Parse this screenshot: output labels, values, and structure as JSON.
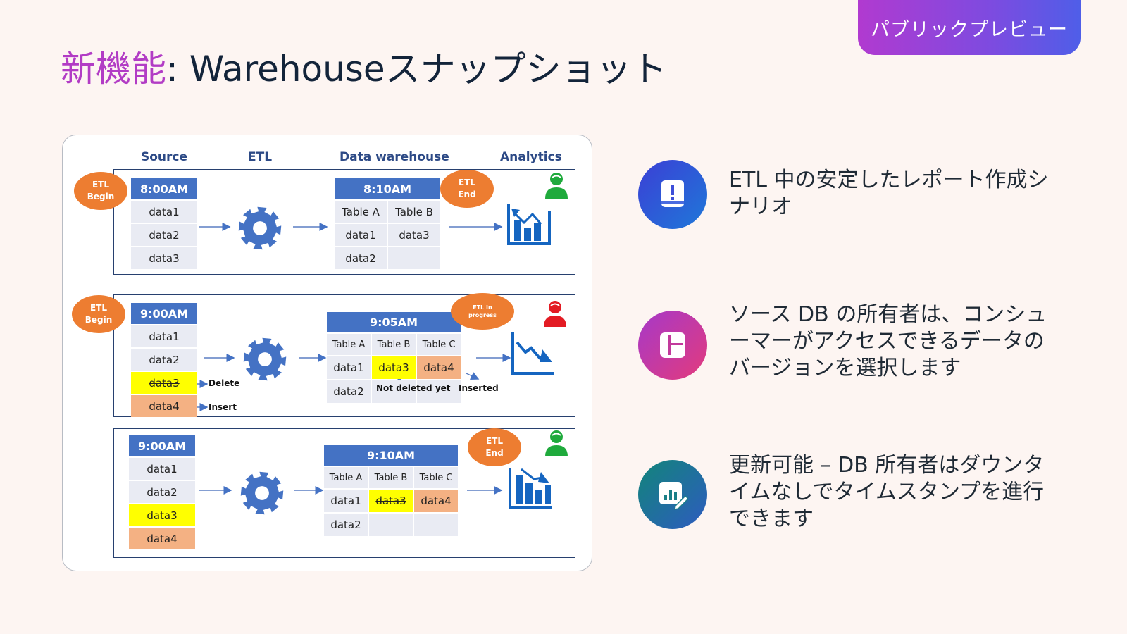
{
  "badge": "パブリックプレビュー",
  "title": {
    "highlight": "新機能",
    "rest": ": Warehouseスナップショット"
  },
  "colors": {
    "accent": "#b23cc5",
    "table_header": "#4472c4",
    "bubble": "#ed7d31",
    "highlight_yellow": "#ffff00",
    "highlight_orange": "#f4b183"
  },
  "diagram": {
    "columns": [
      "Source",
      "ETL",
      "Data warehouse",
      "Analytics"
    ],
    "row1": {
      "bubble_begin": [
        "ETL",
        "Begin"
      ],
      "bubble_end": [
        "ETL",
        "End"
      ],
      "source_time": "8:00AM",
      "source_rows": [
        "data1",
        "data2",
        "data3"
      ],
      "dw_time": "8:10AM",
      "dw_headers": [
        "Table A",
        "Table B"
      ],
      "dw_rows": [
        [
          "data1",
          "data3"
        ],
        [
          "data2",
          ""
        ]
      ],
      "user_icon": "user-green-icon",
      "analytics_icon": "chart-up-icon"
    },
    "row2": {
      "bubble_begin": [
        "ETL",
        "Begin"
      ],
      "bubble_progress": [
        "ETL In",
        "progress"
      ],
      "source_time": "9:00AM",
      "source_rows": [
        "data1",
        "data2",
        "data3",
        "data4"
      ],
      "delete_label": "Delete",
      "insert_label": "Insert",
      "dw_time": "9:05AM",
      "dw_headers": [
        "Table A",
        "Table B",
        "Table C"
      ],
      "dw_rows": [
        [
          "data1",
          "data3",
          "data4"
        ],
        [
          "data2",
          "",
          ""
        ]
      ],
      "not_deleted_label": "Not deleted yet",
      "inserted_label": "Inserted",
      "user_icon": "user-red-icon",
      "analytics_icon": "chart-down-icon"
    },
    "row3": {
      "bubble_end": [
        "ETL",
        "End"
      ],
      "source_time": "9:00AM",
      "source_rows": [
        "data1",
        "data2",
        "data3",
        "data4"
      ],
      "dw_time": "9:10AM",
      "dw_headers": [
        "Table A",
        "Table B",
        "Table C"
      ],
      "dw_rows": [
        [
          "data1",
          "data3",
          "data4"
        ],
        [
          "data2",
          "",
          ""
        ]
      ],
      "user_icon": "user-green-icon",
      "analytics_icon": "chart-up-down-icon"
    }
  },
  "features": [
    {
      "icon": "alert-book-icon",
      "text": "ETL 中の安定したレポート作成シナリオ"
    },
    {
      "icon": "layout-icon",
      "text": "ソース DB の所有者は、コンシューマーがアクセスできるデータのバージョンを選択します"
    },
    {
      "icon": "edit-chart-icon",
      "text": "更新可能 – DB 所有者はダウンタイムなしでタイムスタンプを進行できます"
    }
  ]
}
